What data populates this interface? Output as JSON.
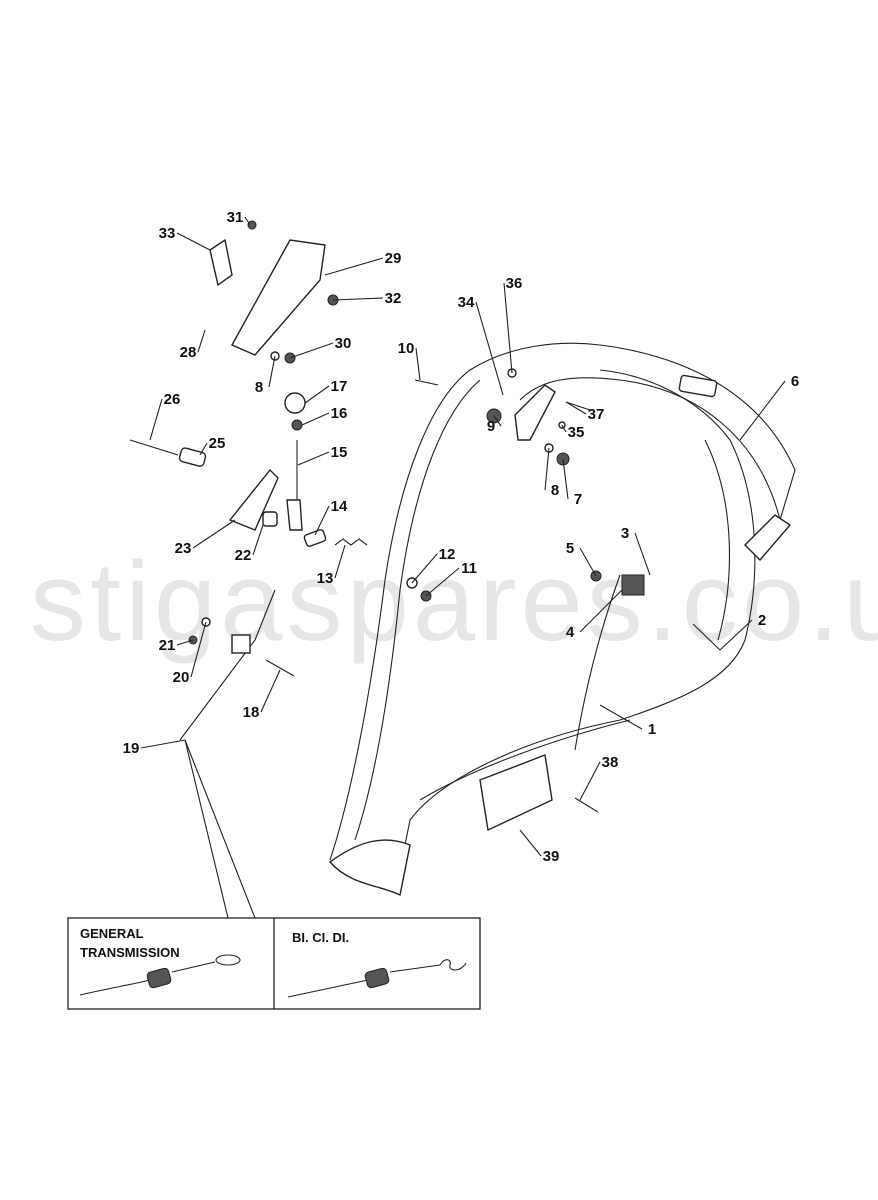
{
  "watermark": "stigaspares.co.uk",
  "part_labels": [
    "31",
    "33",
    "29",
    "32",
    "28",
    "30",
    "8",
    "36",
    "34",
    "10",
    "17",
    "16",
    "26",
    "25",
    "15",
    "9",
    "37",
    "35",
    "6",
    "8",
    "7",
    "14",
    "23",
    "22",
    "3",
    "5",
    "12",
    "11",
    "13",
    "4",
    "2",
    "21",
    "20",
    "18",
    "1",
    "19",
    "38",
    "39"
  ],
  "inset": {
    "left_title_line1": "GENERAL",
    "left_title_line2": "TRANSMISSION",
    "right_title": "BI. CI. DI."
  }
}
